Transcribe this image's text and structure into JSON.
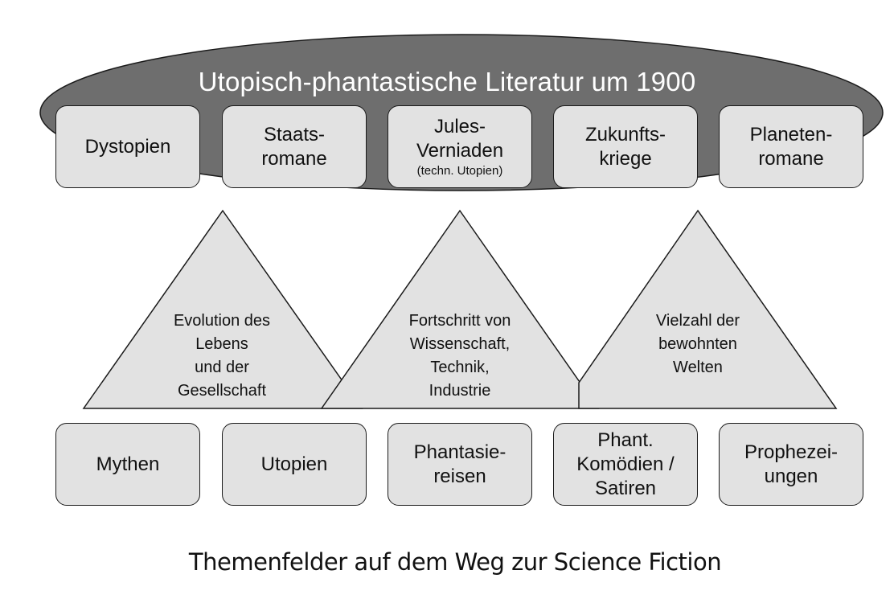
{
  "colors": {
    "ellipse_fill": "#6e6e6e",
    "box_fill": "#e2e2e2",
    "triangle_fill": "#e2e2e2",
    "outline": "#1a1a1a",
    "title_text": "#ffffff"
  },
  "header": {
    "title": "Utopisch-phantastische Literatur um 1900"
  },
  "top_boxes": [
    {
      "label": "Dystopien",
      "sub": ""
    },
    {
      "label": "Staats-\nromane",
      "sub": ""
    },
    {
      "label": "Jules-\nVerniaden",
      "sub": "(techn. Utopien)"
    },
    {
      "label": "Zukunfts-\nkriege",
      "sub": ""
    },
    {
      "label": "Planeten-\nromane",
      "sub": ""
    }
  ],
  "triangles": [
    {
      "label": "Evolution des\nLebens\nund der\nGesellschaft"
    },
    {
      "label": "Fortschritt von\nWissenschaft,\nTechnik,\nIndustrie"
    },
    {
      "label": "Vielzahl der\nbewohnten\nWelten"
    }
  ],
  "bottom_boxes": [
    {
      "label": "Mythen"
    },
    {
      "label": "Utopien"
    },
    {
      "label": "Phantasie-\nreisen"
    },
    {
      "label": "Phant.\nKomödien /\nSatiren"
    },
    {
      "label": "Prophezei-\nungen"
    }
  ],
  "caption": "Themenfelder auf dem Weg zur Science Fiction"
}
